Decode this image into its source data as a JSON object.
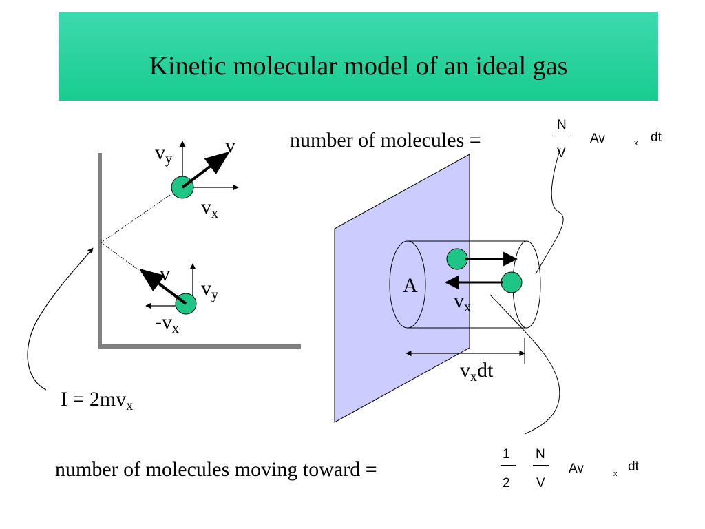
{
  "slide": {
    "title": "Kinetic molecular model of an ideal gas"
  },
  "left_diagram": {
    "upper": {
      "vy": "v",
      "vy_sub": "y",
      "v": "v",
      "vx": "v",
      "vx_sub": "x"
    },
    "lower": {
      "v": "v",
      "vy": "v",
      "vy_sub": "y",
      "neg_vx": "-v",
      "neg_vx_sub": "x"
    },
    "impulse": {
      "text": "I = 2mv",
      "sub": "x"
    }
  },
  "right_diagram": {
    "area_label": "A",
    "vx": "v",
    "vx_sub": "x",
    "vxdt": "v",
    "vxdt_sub": "x",
    "vxdt_rest": "dt"
  },
  "equations": {
    "top": {
      "label": "number of molecules =",
      "num": "N",
      "den": "V",
      "av": "Av",
      "sub": "x",
      "dt": "dt"
    },
    "bottom": {
      "label": "number of molecules moving toward =",
      "half_num": "1",
      "half_den": "2",
      "num": "N",
      "den": "V",
      "av": "Av",
      "sub": "x",
      "dt": "dt"
    }
  },
  "colors": {
    "title_gradient_top": "#3dd9ae",
    "title_gradient_bottom": "#19cc8f",
    "molecule": "#1fc487",
    "wall_fill": "#ccccff",
    "wall_gray": "#808080"
  }
}
